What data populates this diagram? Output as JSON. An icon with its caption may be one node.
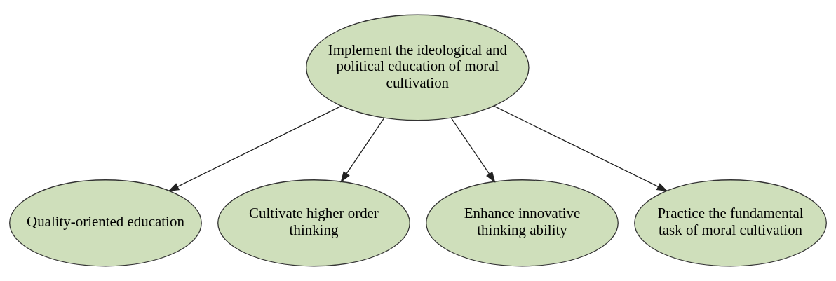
{
  "diagram": {
    "nodes": [
      {
        "text": [
          "Implement the ideological and political education of moral cultivation"
        ]
      },
      {
        "text": [
          "Quality-oriented education"
        ]
      },
      {
        "text": [
          "Cultivate higher order thinking"
        ]
      },
      {
        "text": [
          "Enhance innovative thinking ability"
        ]
      },
      {
        "text": [
          "Practice the fundamental task of moral cultivation"
        ]
      }
    ],
    "edges": [
      {
        "from": 0,
        "to": 1,
        "arrow": "to"
      },
      {
        "from": 0,
        "to": 2,
        "arrow": "to"
      },
      {
        "from": 0,
        "to": 3,
        "arrow": "to"
      },
      {
        "from": 0,
        "to": 4,
        "arrow": "to"
      }
    ]
  }
}
